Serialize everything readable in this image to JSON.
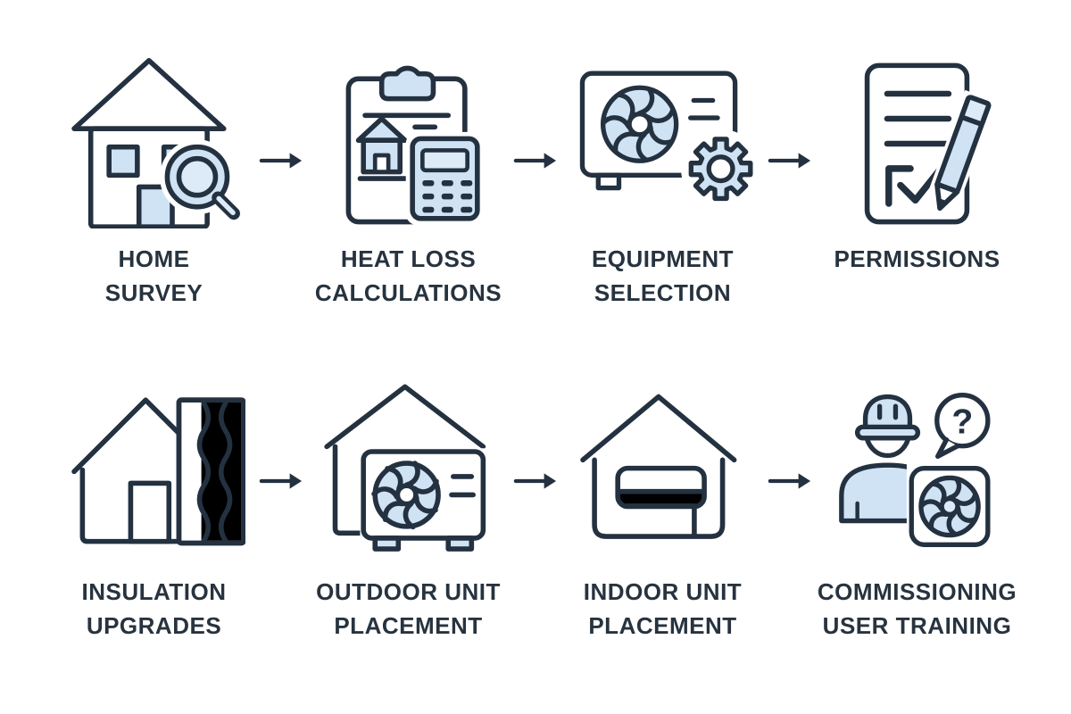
{
  "title": "Heat pump installation process infographic",
  "palette": {
    "outline": "#233140",
    "fill_blue": "#cfe3f4",
    "fill_blue_light": "#ddeaf8",
    "text": "#27333f",
    "background": "#ffffff"
  },
  "arrow": {
    "icon": "arrow-right-icon",
    "direction": "right"
  },
  "steps": [
    {
      "name": "home-survey",
      "icon": "house-magnifier-icon",
      "line1": "HOME",
      "line2": "SURVEY"
    },
    {
      "name": "heat-loss-calculations",
      "icon": "clipboard-calculator-icon",
      "line1": "HEAT LOSS",
      "line2": "CALCULATIONS"
    },
    {
      "name": "equipment-selection",
      "icon": "outdoor-unit-gear-icon",
      "line1": "EQUIPMENT",
      "line2": "SELECTION"
    },
    {
      "name": "permissions",
      "icon": "document-pencil-icon",
      "line1": "PERMISSIONS",
      "line2": ""
    },
    {
      "name": "insulation-upgrades",
      "icon": "house-insulation-icon",
      "line1": "INSULATION",
      "line2": "UPGRADES"
    },
    {
      "name": "outdoor-unit-placement",
      "icon": "house-outdoor-unit-icon",
      "line1": "OUTDOOR UNIT",
      "line2": "PLACEMENT"
    },
    {
      "name": "indoor-unit-placement",
      "icon": "house-indoor-unit-icon",
      "line1": "INDOOR UNIT",
      "line2": "PLACEMENT"
    },
    {
      "name": "commissioning-user-training",
      "icon": "technician-fan-question-icon",
      "line1": "COMMISSIONING",
      "line2": "USER TRAINING",
      "bubble_text": "?"
    }
  ]
}
